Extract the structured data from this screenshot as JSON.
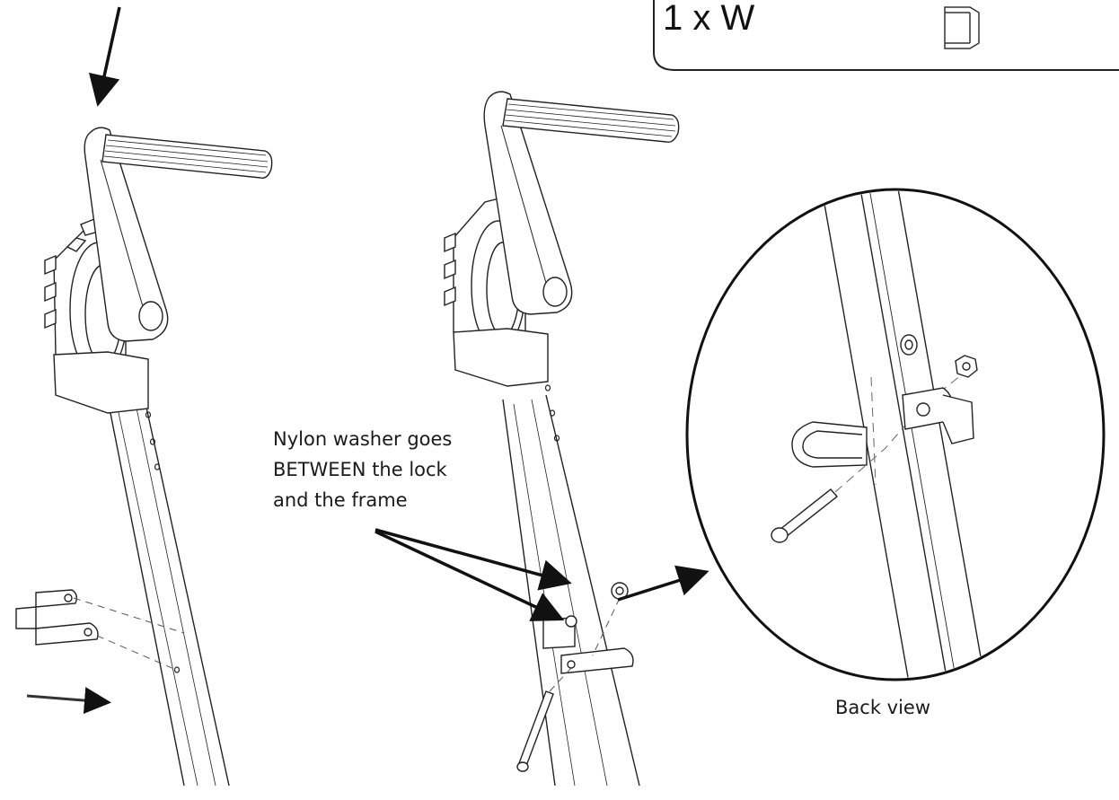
{
  "parts_box": {
    "label": "1 x W",
    "part_icon": "hex-nut-icon"
  },
  "annotations": {
    "washer_note": {
      "line1": "Nylon washer goes",
      "line2": "BETWEEN the lock",
      "line3": "and the frame"
    },
    "back_view": "Back view"
  },
  "colors": {
    "line": "#1a1a1a",
    "background": "#ffffff"
  }
}
